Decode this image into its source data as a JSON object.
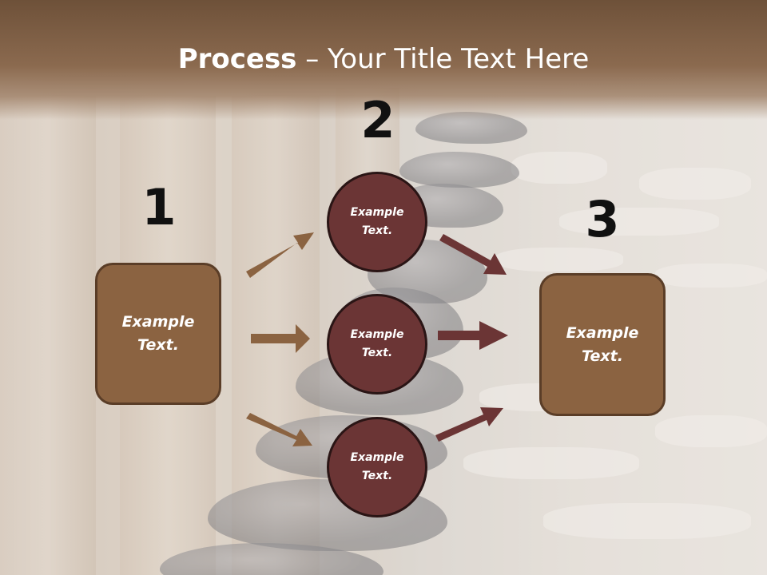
{
  "title": {
    "bold": "Process",
    "rest": " – Your Title Text Here"
  },
  "colors": {
    "box_fill": "#8b6341",
    "circle_fill": "#6b3535",
    "arrow_left": "#8b6341",
    "arrow_right": "#6b3535",
    "header": "#7a5a40"
  },
  "numbers": [
    "1",
    "2",
    "3"
  ],
  "left_box": {
    "text": "Example Text."
  },
  "circles": [
    {
      "text": "Example Text."
    },
    {
      "text": "Example Text."
    },
    {
      "text": "Example Text."
    }
  ],
  "right_box": {
    "text": "Example Text."
  }
}
